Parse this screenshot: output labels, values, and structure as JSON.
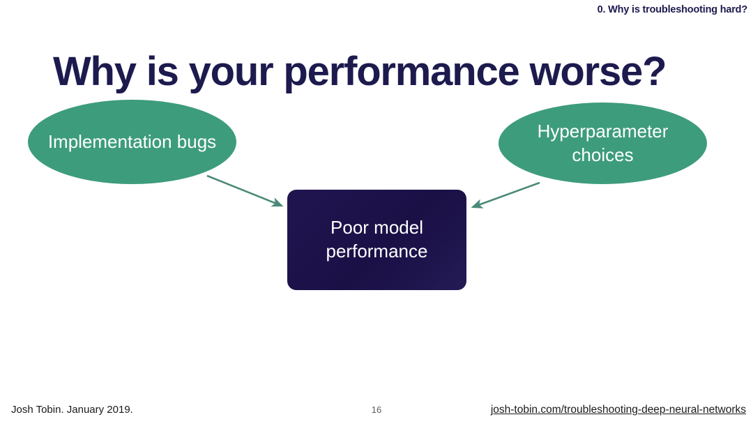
{
  "header": {
    "section_label": "0. Why is troubleshooting hard?"
  },
  "title": "Why is your performance worse?",
  "diagram": {
    "nodes": [
      {
        "id": "implementation-bugs",
        "label": "Implementation bugs",
        "shape": "ellipse",
        "fill": "#3d9c7c",
        "text_color": "#ffffff"
      },
      {
        "id": "hyperparameter-choices",
        "label": "Hyperparameter choices",
        "shape": "ellipse",
        "fill": "#3d9c7c",
        "text_color": "#ffffff"
      },
      {
        "id": "poor-model-performance",
        "label": "Poor model performance",
        "shape": "rounded-rect",
        "fill": "#1c1248",
        "text_color": "#ffffff"
      }
    ],
    "edges": [
      {
        "from": "implementation-bugs",
        "to": "poor-model-performance",
        "color": "#4a8a78",
        "arrowhead": true
      },
      {
        "from": "hyperparameter-choices",
        "to": "poor-model-performance",
        "color": "#4a8a78",
        "arrowhead": true
      }
    ]
  },
  "footer": {
    "attribution": "Josh Tobin. January 2019.",
    "page_number": "16",
    "link_text": "josh-tobin.com/troubleshooting-deep-neural-networks"
  },
  "colors": {
    "background": "#ffffff",
    "navy": "#1d1a4e",
    "green": "#3d9c7c",
    "arrow": "#4a8a78"
  }
}
